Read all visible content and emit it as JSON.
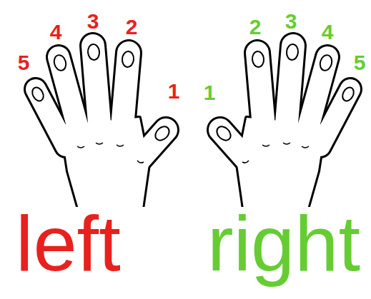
{
  "diagram": {
    "labels": [
      "5",
      "4",
      "3",
      "2",
      "1",
      "1",
      "2",
      "3",
      "4",
      "5",
      "left",
      "right"
    ]
  }
}
